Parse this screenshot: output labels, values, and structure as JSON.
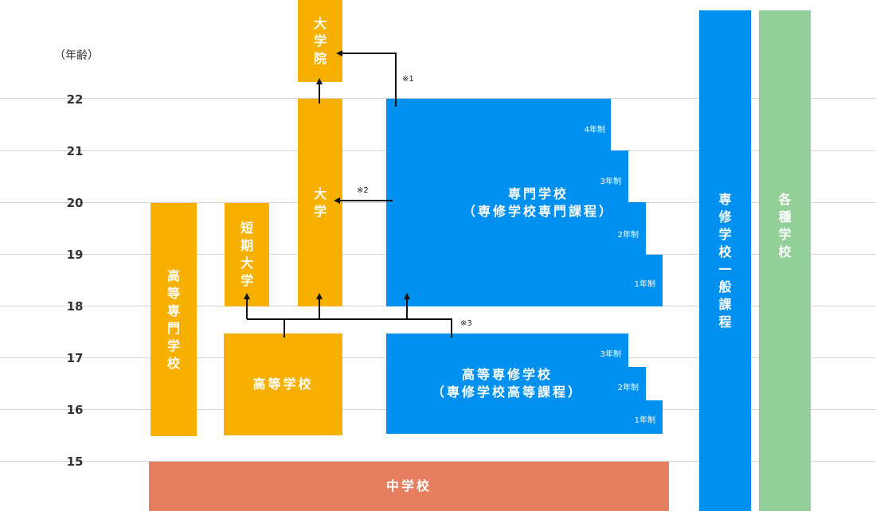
{
  "age_unit": "（年齢）",
  "ages": [
    "22",
    "21",
    "20",
    "19",
    "18",
    "17",
    "16",
    "15"
  ],
  "blocks": {
    "graduate_school": "大学院",
    "university": "大学",
    "junior_college": "短期大学",
    "technical_college": "高等専門学校",
    "high_school": "高等学校",
    "junior_high": "中学校",
    "senmon": "専門学校\n（専修学校専門課程）",
    "koutou_senshu": "高等専修学校\n（専修学校高等課程）",
    "general_course": "専修学校一般課程",
    "misc_schools": "各種学校"
  },
  "senmon_years": [
    "4年制",
    "3年制",
    "2年制",
    "1年制"
  ],
  "koutou_years": [
    "3年制",
    "2年制",
    "1年制"
  ],
  "notes": [
    "※1",
    "※2",
    "※3"
  ],
  "colors": {
    "orange": "#f8b000",
    "blue": "#0091f0",
    "green": "#92d098",
    "red": "#e57f60"
  }
}
